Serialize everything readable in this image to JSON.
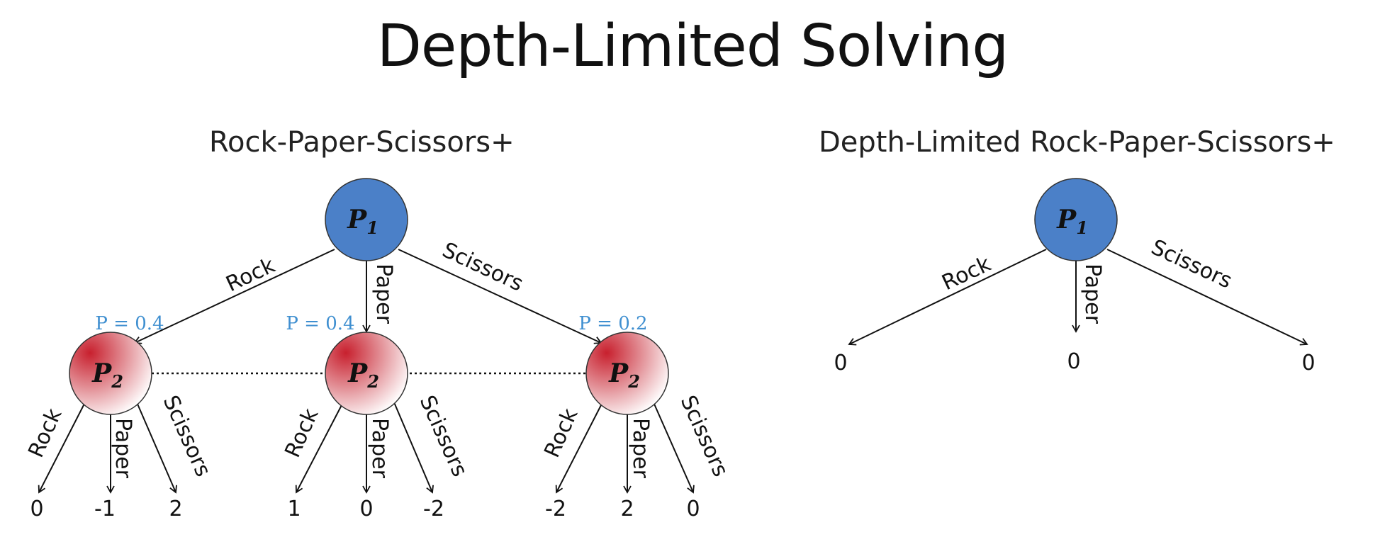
{
  "title": "Depth-Limited Solving",
  "left": {
    "subtitle": "Rock-Paper-Scissors+",
    "root": {
      "label": "P",
      "sub": "1"
    },
    "actions": [
      "Rock",
      "Paper",
      "Scissors"
    ],
    "children": [
      {
        "prob": "P = 0.4",
        "node": {
          "label": "P",
          "sub": "2"
        },
        "actions": [
          "Rock",
          "Paper",
          "Scissors"
        ],
        "payoffs": [
          "0",
          "-1",
          "2"
        ]
      },
      {
        "prob": "P = 0.4",
        "node": {
          "label": "P",
          "sub": "2"
        },
        "actions": [
          "Rock",
          "Paper",
          "Scissors"
        ],
        "payoffs": [
          "1",
          "0",
          "-2"
        ]
      },
      {
        "prob": "P = 0.2",
        "node": {
          "label": "P",
          "sub": "2"
        },
        "actions": [
          "Rock",
          "Paper",
          "Scissors"
        ],
        "payoffs": [
          "-2",
          "2",
          "0"
        ]
      }
    ]
  },
  "right": {
    "subtitle": "Depth-Limited Rock-Paper-Scissors+",
    "root": {
      "label": "P",
      "sub": "1"
    },
    "actions": [
      "Rock",
      "Paper",
      "Scissors"
    ],
    "payoffs": [
      "0",
      "0",
      "0"
    ]
  },
  "colors": {
    "p1_fill": "#4b80c8",
    "p2_fill": "#c8202e",
    "prob_text": "#3f8fd0"
  }
}
